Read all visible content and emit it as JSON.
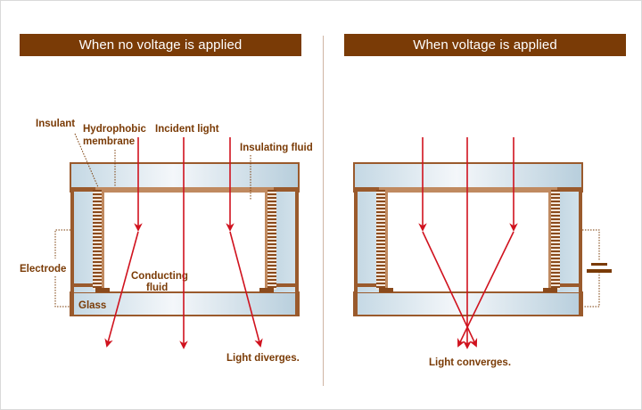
{
  "panels": {
    "left": {
      "title": "When no voltage is applied",
      "labels": {
        "insulant": "Insulant",
        "hydrophobic_line1": "Hydrophobic",
        "hydrophobic_line2": "membrane",
        "incident_light": "Incident light",
        "insulating_fluid": "Insulating fluid",
        "electrode": "Electrode",
        "conducting_line1": "Conducting",
        "conducting_line2": "fluid",
        "glass": "Glass",
        "result": "Light diverges."
      }
    },
    "right": {
      "title": "When voltage is applied",
      "labels": {
        "result": "Light converges."
      }
    }
  },
  "colors": {
    "banner": "#7a3b06",
    "frame": "#9a5a2c",
    "membrane": "#c08a60",
    "glass_light": "#f4f7fa",
    "glass_dark": "#b9d0de",
    "light_ray": "#d0121e",
    "label": "#7a3b06",
    "divider": "#cfb4a4"
  },
  "icons": {
    "battery": "battery-symbol-icon",
    "arrow": "arrow-down-icon"
  }
}
